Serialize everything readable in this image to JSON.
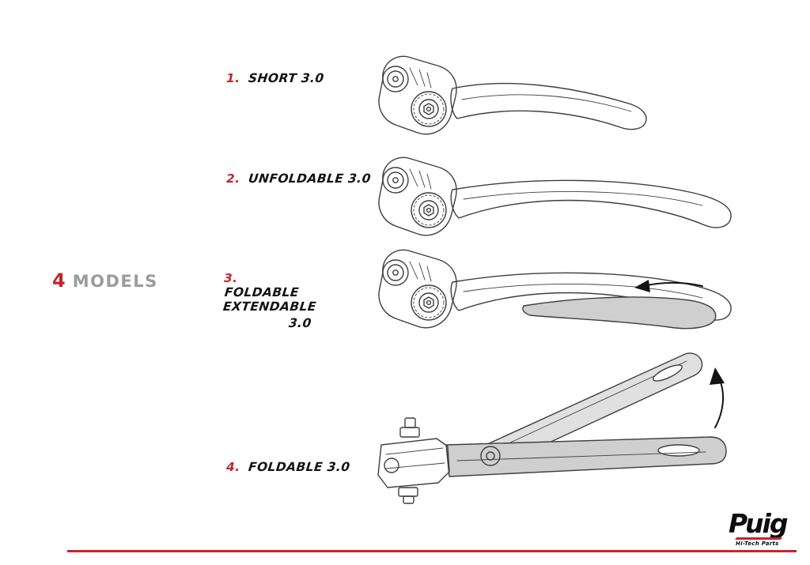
{
  "page": {
    "models_count": "4",
    "models_label": "MODELS",
    "accent_color": "#c1272d",
    "background_color": "#ffffff"
  },
  "models": [
    {
      "number": "1.",
      "name": "SHORT 3.0",
      "name2": ""
    },
    {
      "number": "2.",
      "name": "UNFOLDABLE 3.0",
      "name2": ""
    },
    {
      "number": "3.",
      "name": "FOLDABLE EXTENDABLE",
      "name2": "3.0"
    },
    {
      "number": "4.",
      "name": "FOLDABLE 3.0",
      "name2": ""
    }
  ],
  "icons": {
    "extend_arrow": "left-arrow",
    "fold_arrow": "curved-up-arrow"
  },
  "logo": {
    "brand": "Puig",
    "tagline": "Hi-Tech Parts"
  }
}
